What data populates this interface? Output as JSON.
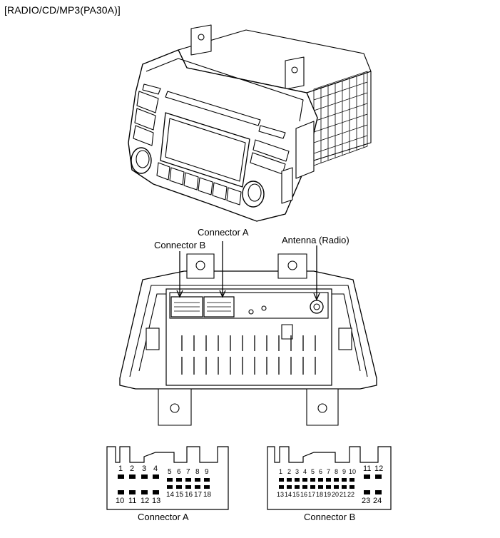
{
  "title": "[RADIO/CD/MP3(PA30A)]",
  "callouts": {
    "connector_a": "Connector A",
    "connector_b": "Connector B",
    "antenna": "Antenna (Radio)"
  },
  "connector_a": {
    "caption": "Connector A",
    "top_left": [
      "1",
      "2",
      "3",
      "4"
    ],
    "top_right": [
      "5",
      "6",
      "7",
      "8",
      "9"
    ],
    "bottom_left": [
      "10",
      "11",
      "12",
      "13"
    ],
    "bottom_right": [
      "14",
      "15",
      "16",
      "17",
      "18"
    ]
  },
  "connector_b": {
    "caption": "Connector B",
    "top_main": [
      "1",
      "2",
      "3",
      "4",
      "5",
      "6",
      "7",
      "8",
      "9",
      "10"
    ],
    "top_extra": [
      "11",
      "12"
    ],
    "bottom_main": [
      "13",
      "14",
      "15",
      "16",
      "17",
      "18",
      "19",
      "20",
      "21",
      "22"
    ],
    "bottom_extra": [
      "23",
      "24"
    ]
  }
}
